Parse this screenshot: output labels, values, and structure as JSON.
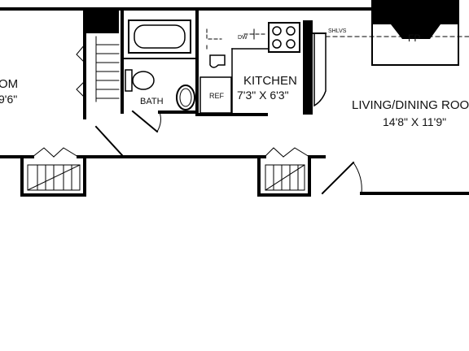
{
  "rooms": {
    "bedroom": {
      "name_fragment": "OM",
      "dim_fragment": "9'6\""
    },
    "bath": {
      "name": "BATH"
    },
    "kitchen": {
      "name": "KITCHEN",
      "dims": "7'3\" X 6'3\""
    },
    "living": {
      "name": "LIVING/DINING ROO",
      "dims": "14'8\" X 11'9\""
    }
  },
  "fixtures": {
    "dishwasher": "DW",
    "refrigerator": "REF",
    "shelves": "SHLVS",
    "fireplace": "FP"
  }
}
